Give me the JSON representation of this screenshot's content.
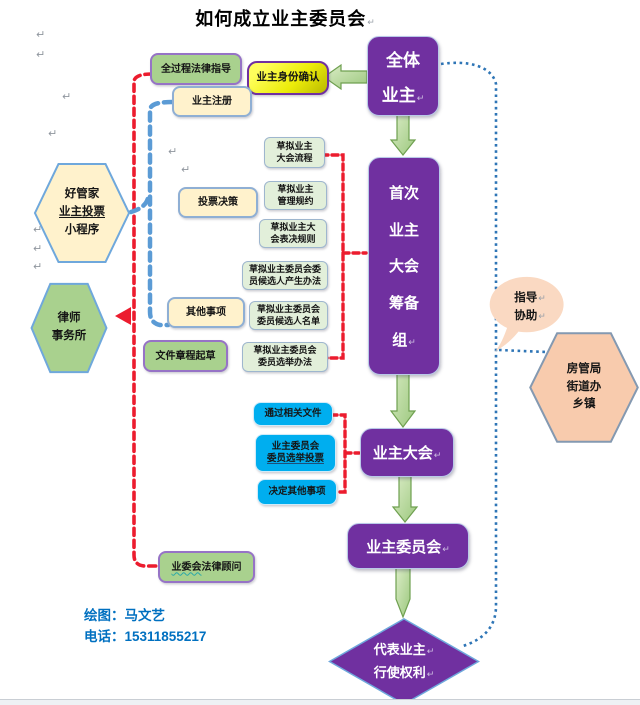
{
  "title": "如何成立业主委员会",
  "decor": {
    "ret": "↵"
  },
  "colors": {
    "purple": "#7030A0",
    "red_dash": "#EC1C2E",
    "blue_dash": "#5B9BD5",
    "blue_dot": "#2E75B6",
    "green_box": "#A9D18E",
    "cream_box": "#FFF2CC",
    "draft_box": "#E2EFDA",
    "bright_blue_box": "#00AEEF",
    "peach": "#F8CBAD",
    "arrow_green": "#A9D18E",
    "credit_blue": "#0070C0",
    "yellow_box": "#ECEC0A"
  },
  "nodes": {
    "all_owners": {
      "lines": [
        "全体",
        "业主"
      ]
    },
    "identity": {
      "label": "业主身份确认"
    },
    "legal_guidance": {
      "label": "全过程法律指导"
    },
    "owner_register": {
      "label": "业主注册"
    },
    "voting_decision": {
      "label": "投票决策"
    },
    "other_matters": {
      "label": "其他事项"
    },
    "doc_drafting": {
      "label": "文件章程起草"
    },
    "housekeeper_hex": {
      "lines": [
        "好管家",
        "业主投票",
        "小程序"
      ]
    },
    "lawfirm_hex": {
      "lines": [
        "律师",
        "事务所"
      ]
    },
    "prep_group": {
      "lines": [
        "首次",
        "业主",
        "大会",
        "筹备",
        "组"
      ]
    },
    "draft_items": [
      {
        "lines": [
          "草拟业主",
          "大会流程"
        ]
      },
      {
        "lines": [
          "草拟业主",
          "管理规约"
        ]
      },
      {
        "lines": [
          "草拟业主大",
          "会表决规则"
        ]
      },
      {
        "lines": [
          "草拟业主委员会委",
          "员候选人产生办法"
        ]
      },
      {
        "lines": [
          "草拟业主委员会",
          "委员候选人名单"
        ]
      },
      {
        "lines": [
          "草拟业主委员会",
          "委员选举办法"
        ]
      }
    ],
    "blue_items": [
      {
        "lines": [
          "通过相关文件"
        ]
      },
      {
        "lines": [
          "业主委员会",
          "委员选举投票"
        ]
      },
      {
        "lines": [
          "决定其他事项"
        ]
      }
    ],
    "owners_meeting": {
      "label": "业主大会"
    },
    "owners_committee": {
      "label": "业主委员会"
    },
    "legal_advisor": {
      "label_head": "业委会",
      "label_rest": "法律顾问"
    },
    "guide_bubble": {
      "lines": [
        "指导",
        "协助"
      ]
    },
    "gov_hex": {
      "lines": [
        "房管局",
        "街道办",
        "乡镇"
      ]
    },
    "represent_diamond": {
      "lines": [
        "代表业主",
        "行使权利"
      ]
    }
  },
  "credits": {
    "author": "绘图：马文艺",
    "phone": "电话：15311855217"
  }
}
